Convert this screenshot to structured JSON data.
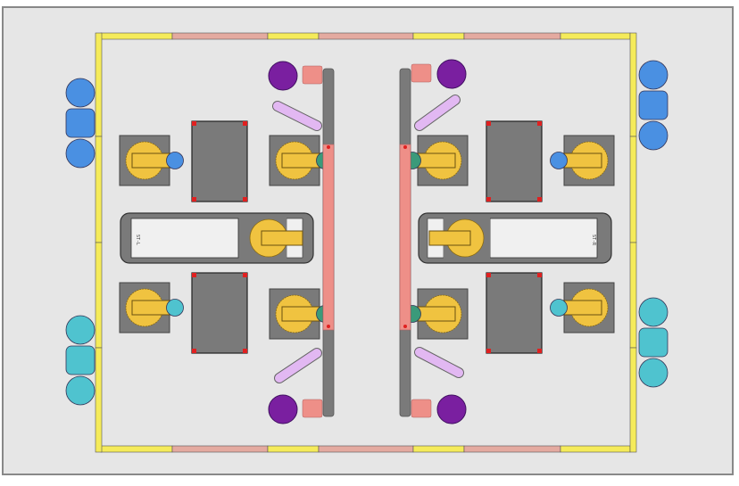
{
  "scene": {
    "type": "robot-workcell-topdown",
    "colors": {
      "background": "#e6e6e6",
      "border": "#888888",
      "wall_yellow": "#f5eb5a",
      "wall_pink": "#e4aaa0",
      "machine_gray": "#7a7a7a",
      "robot_yellow": "#f0c340",
      "gripper_blue": "#4a90e2",
      "gripper_cyan": "#4fc3cf",
      "gripper_green": "#3a9a7a",
      "conveyor_pink": "#ee8f88",
      "part_purple": "#7a1fa0",
      "part_lilac": "#e2b8f2",
      "corner_red": "#e02020",
      "tray_white": "#f0f0f0"
    },
    "station_labels": {
      "left": "ST-L",
      "right": "ST-R"
    }
  }
}
